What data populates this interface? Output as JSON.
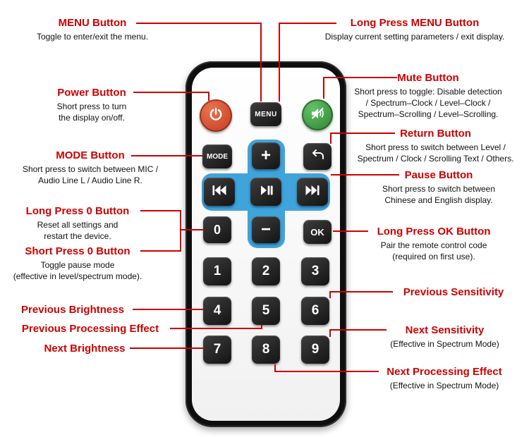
{
  "colors": {
    "annotation_red": "#CC0000",
    "pad_blue": "#3FA3DC",
    "power_red": "#C43A1F",
    "mute_green": "#2E8032"
  },
  "annotations": {
    "menu": {
      "label": "MENU Button",
      "desc": "Toggle to enter/exit the menu."
    },
    "long_menu": {
      "label": "Long Press MENU Button",
      "desc": "Display current setting parameters / exit display."
    },
    "power": {
      "label": "Power Button",
      "desc": "Short press to turn\nthe display on/off."
    },
    "mute": {
      "label": "Mute Button",
      "desc": "Short press to toggle: Disable detection\n/ Spectrum–Clock / Level–Clock /\nSpectrum–Scrolling / Level–Scrolling."
    },
    "mode": {
      "label": "MODE Button",
      "desc": "Short press to switch between MIC /\nAudio Line L / Audio Line R."
    },
    "return": {
      "label": "Return Button",
      "desc": "Short press to switch between Level /\nSpectrum / Clock / Scrolling Text / Others."
    },
    "pause": {
      "label": "Pause Button",
      "desc": "Short press to switch between\nChinese and English display."
    },
    "long0": {
      "label": "Long Press 0 Button",
      "desc": "Reset all settings and\nrestart the device."
    },
    "short0": {
      "label": "Short Press 0 Button",
      "desc": "Toggle pause mode\n(effective in level/spectrum mode)."
    },
    "long_ok": {
      "label": "Long Press OK Button",
      "desc": "Pair the remote control code\n(required on first use)."
    },
    "prev_bright": {
      "label": "Previous Brightness"
    },
    "prev_effect": {
      "label": "Previous Processing Effect"
    },
    "next_bright": {
      "label": "Next Brightness"
    },
    "prev_sens": {
      "label": "Previous Sensitivity"
    },
    "next_sens": {
      "label": "Next Sensitivity",
      "desc": "(Effective in Spectrum Mode)"
    },
    "next_effect": {
      "label": "Next Processing Effect",
      "desc": "(Effective in Spectrum Mode)"
    }
  },
  "remote": {
    "menu_label": "MENU",
    "mode_label": "MODE",
    "ok_label": "OK",
    "plus_label": "+",
    "minus_label": "−",
    "digits": [
      "0",
      "1",
      "2",
      "3",
      "4",
      "5",
      "6",
      "7",
      "8",
      "9"
    ],
    "icons": [
      "power-icon",
      "mute-icon",
      "return-icon",
      "previous-icon",
      "play-pause-icon",
      "next-icon"
    ]
  }
}
